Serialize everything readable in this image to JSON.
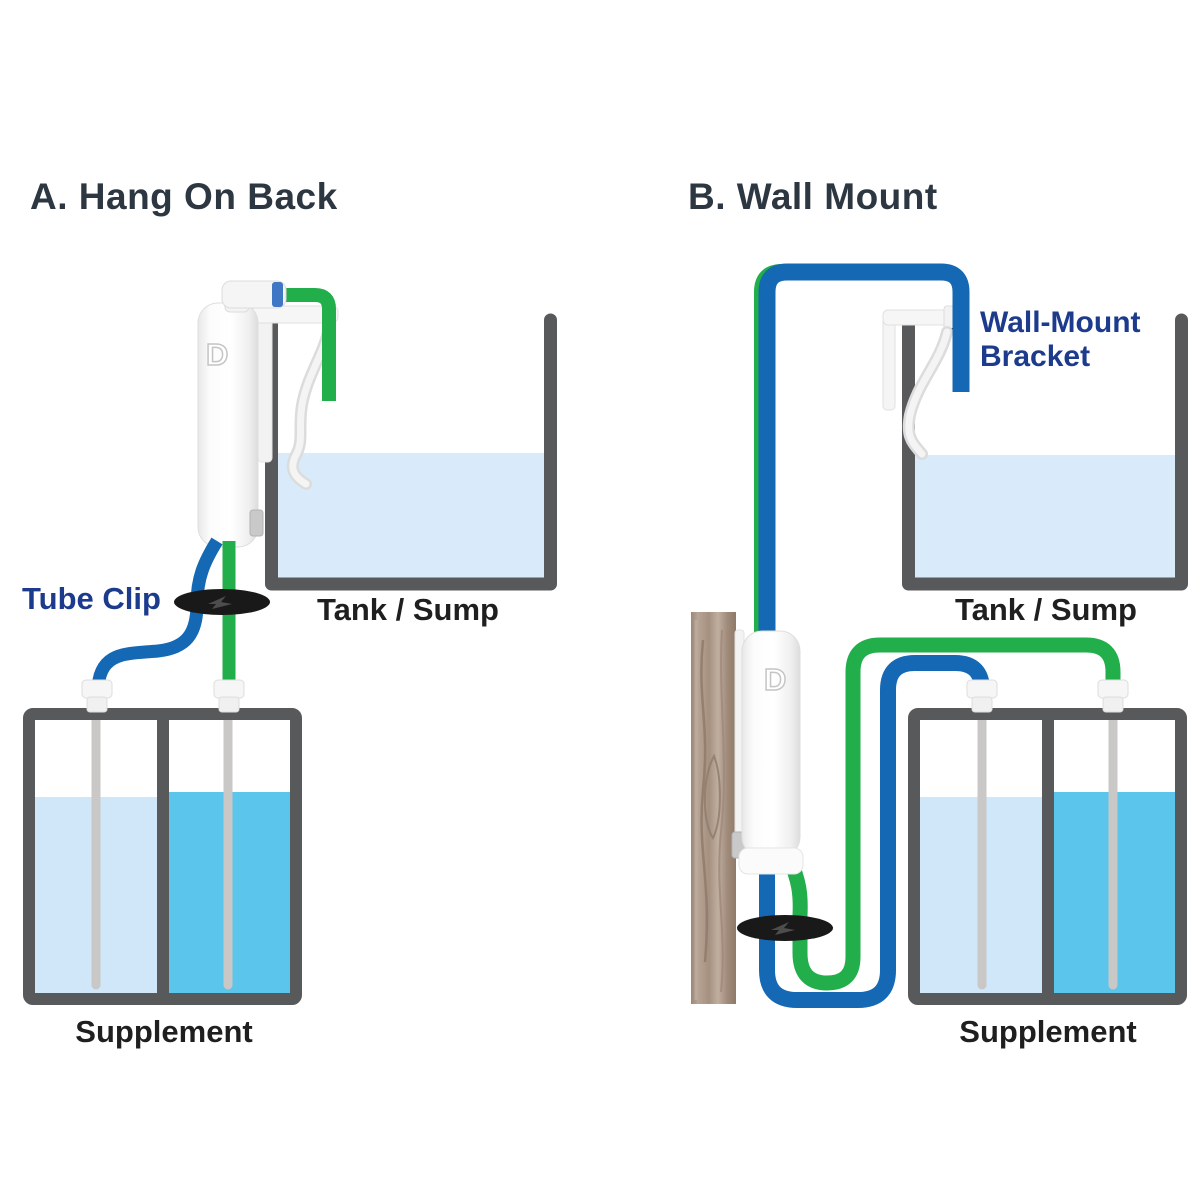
{
  "colors": {
    "tube_green": "#22ae4b",
    "tube_blue": "#1468b4",
    "frame_gray": "#58595b",
    "tank_water": "#d9eafa",
    "supplement_light": "#cfe7f8",
    "supplement_bright": "#5cc5ec",
    "suction_tube_gray": "#c9c8c6",
    "clip_black": "#191919",
    "label_navy": "#1c3b8d",
    "title_dark": "#2d3741",
    "label_black": "#1f1f1f",
    "wood_brown": "#a99486"
  },
  "panel_a": {
    "title": "A. Hang On Back",
    "device_logo": "D",
    "tube_clip_label": "Tube Clip",
    "tank_label": "Tank / Sump",
    "supplement_label": "Supplement"
  },
  "panel_b": {
    "title": "B. Wall Mount",
    "device_logo": "D",
    "bracket_label": "Wall-Mount Bracket",
    "tank_label": "Tank / Sump",
    "supplement_label": "Supplement"
  }
}
